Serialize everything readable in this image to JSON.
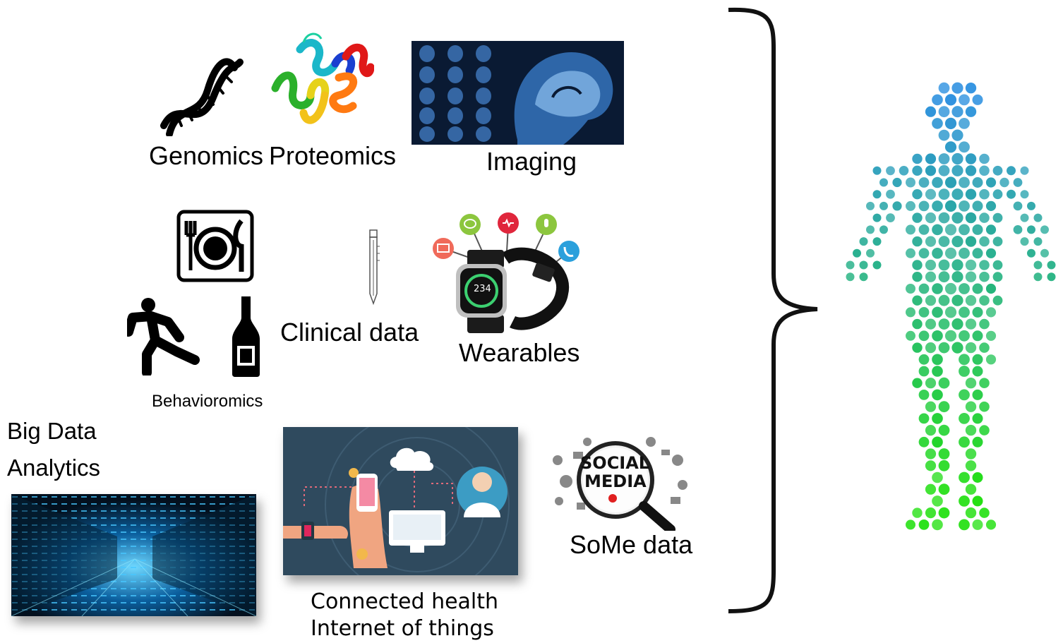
{
  "labels": {
    "genomics": "Genomics",
    "proteomics": "Proteomics",
    "imaging": "Imaging",
    "clinical": "Clinical data",
    "wearables": "Wearables",
    "behavioromics": "Behavioromics",
    "big_data_1": "Big Data",
    "big_data_2": "Analytics",
    "connected_1": "Connected health",
    "connected_2": "Internet of things",
    "some": "SoMe data"
  },
  "watch_display": "234",
  "social_media": {
    "line1": "SOCIAL",
    "line2": "MEDIA"
  },
  "colors": {
    "human_top": "#2a8fe0",
    "human_bottom": "#22e010",
    "iot_bg": "#2f4a5e",
    "mri_bg": "#0a1a33"
  }
}
